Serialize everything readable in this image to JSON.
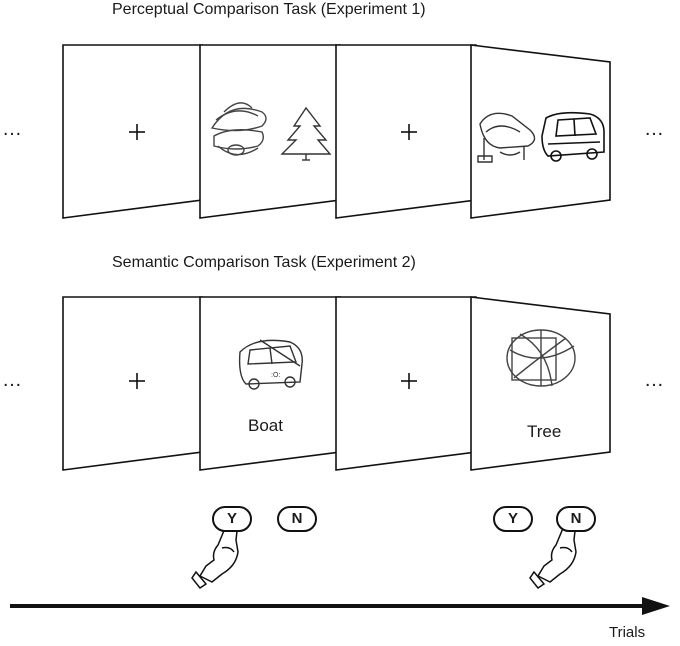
{
  "perceptual_task": {
    "title": "Perceptual Comparison Task (Experiment 1)",
    "ellipsis_left": "…",
    "ellipsis_right": "…",
    "fixation": "+",
    "trial_1_pictures": [
      "hat-sketch",
      "tree-sketch"
    ],
    "trial_2_pictures": [
      "piano-sketch",
      "bus-sketch"
    ]
  },
  "semantic_task": {
    "title": "Semantic Comparison Task (Experiment 2)",
    "ellipsis_left": "…",
    "ellipsis_right": "…",
    "fixation": "+",
    "trial_1": {
      "picture": "bus-sketch",
      "word": "Boat"
    },
    "trial_2": {
      "picture": "ball-sketch",
      "word": "Tree"
    }
  },
  "responses": {
    "yes_label": "Y",
    "no_label": "N",
    "trial_1_pressed": "Y",
    "trial_2_pressed": "N"
  },
  "timeline": {
    "label": "Trials"
  }
}
